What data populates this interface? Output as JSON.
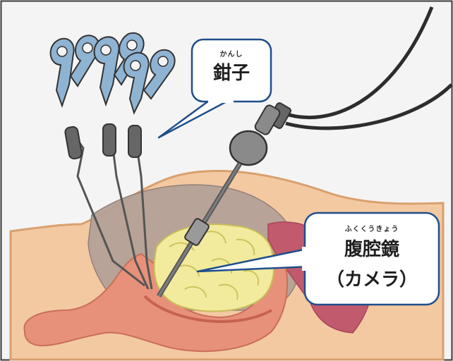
{
  "labels": {
    "forceps": {
      "ruby": "かんし",
      "text": "鉗子"
    },
    "laparoscope": {
      "ruby": "ふくくうきょう",
      "line1": "腹腔鏡",
      "line2": "（カメラ）"
    }
  },
  "colors": {
    "frame": "#3a3a3a",
    "background": "#f5f5f5",
    "skin": "#f3c9a2",
    "skin_outline": "#d9a06d",
    "cavity": "#b8a59b",
    "intestine": "#f2eb9d",
    "colon": "#e8917a",
    "liver": "#c25a6d",
    "instrument_handle": "#8fb3d3",
    "instrument_shaft": "#666666",
    "callout_border": "#1f4e8c"
  }
}
